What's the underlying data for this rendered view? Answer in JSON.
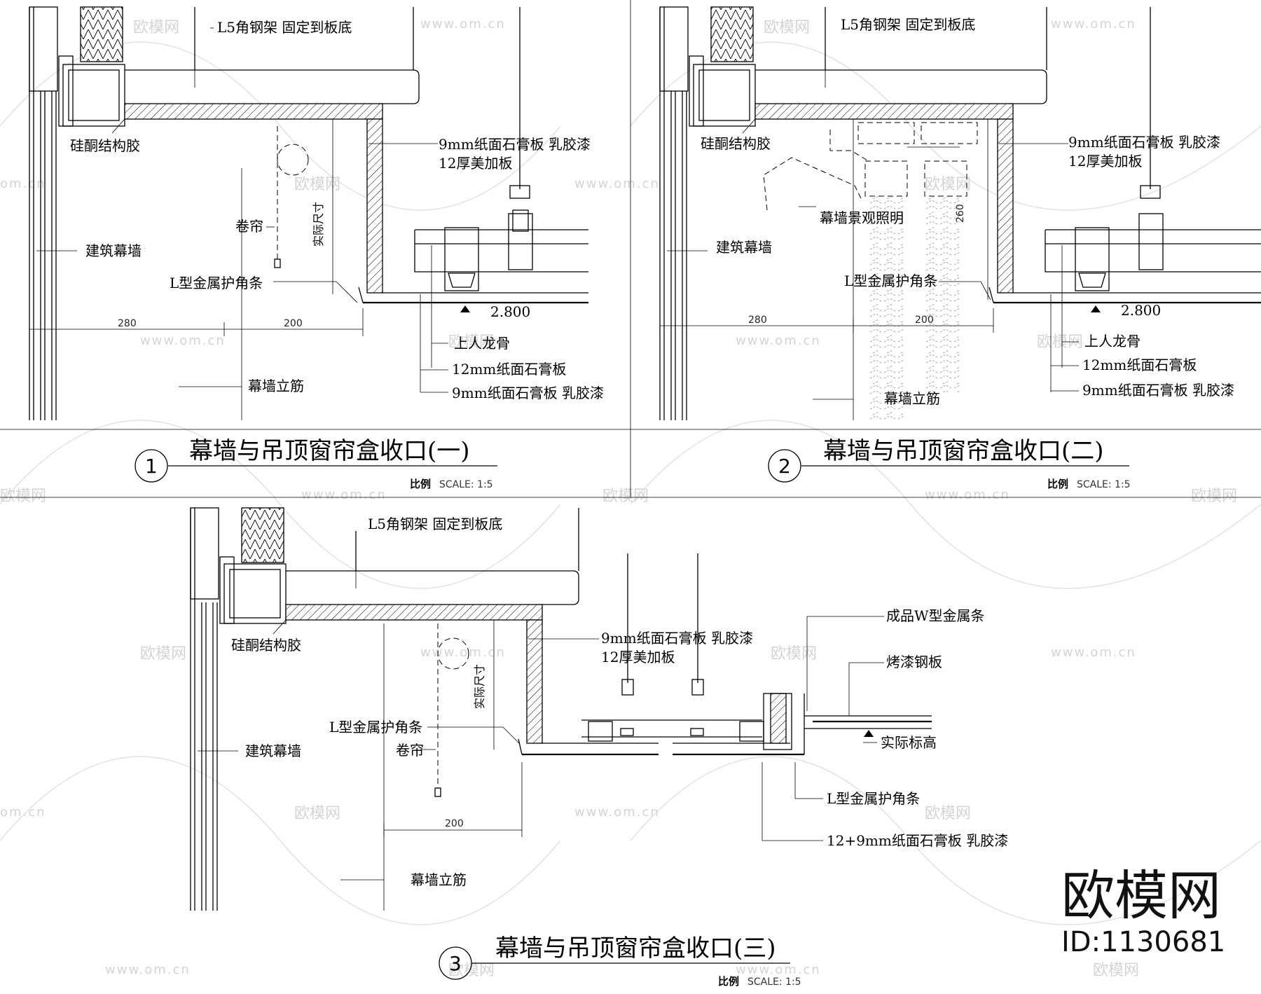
{
  "details": [
    {
      "number": "1",
      "title": "幕墙与吊顶窗帘盒收口(一)",
      "scale_label": "比例",
      "scale_value": "SCALE: 1:5",
      "labels": {
        "angle_steel": "L5角钢架  固定到板底",
        "silicone": "硅酮结构胶",
        "board_9mm": "9mm纸面石膏板  乳胶漆",
        "board_12": "12厚美加板",
        "roller_blind": "卷帘",
        "actual_size": "实际尺寸",
        "curtain_wall": "建筑幕墙",
        "corner_strip": "L型金属护角条",
        "level": "2.800",
        "access_keel": "上人龙骨",
        "gypsum_12mm": "12mm纸面石膏板",
        "gypsum_9mm": "9mm纸面石膏板  乳胶漆",
        "mullion": "幕墙立筋"
      },
      "dimensions": [
        "280",
        "200"
      ]
    },
    {
      "number": "2",
      "title": "幕墙与吊顶窗帘盒收口(二)",
      "scale_label": "比例",
      "scale_value": "SCALE: 1:5",
      "labels": {
        "angle_steel": "L5角钢架  固定到板底",
        "silicone": "硅酮结构胶",
        "board_9mm": "9mm纸面石膏板  乳胶漆",
        "board_12": "12厚美加板",
        "landscape_light": "幕墙景观照明",
        "curtain_wall": "建筑幕墙",
        "corner_strip": "L型金属护角条",
        "level": "2.800",
        "access_keel": "上人龙骨",
        "gypsum_12mm": "12mm纸面石膏板",
        "gypsum_9mm": "9mm纸面石膏板  乳胶漆",
        "mullion": "幕墙立筋"
      },
      "dimensions": [
        "280",
        "200",
        "260"
      ]
    },
    {
      "number": "3",
      "title": "幕墙与吊顶窗帘盒收口(三)",
      "scale_label": "比例",
      "scale_value": "SCALE: 1:5",
      "labels": {
        "angle_steel": "L5角钢架  固定到板底",
        "silicone": "硅酮结构胶",
        "board_9mm": "9mm纸面石膏板  乳胶漆",
        "board_12": "12厚美加板",
        "actual_size": "实际尺寸",
        "corner_strip_left": "L型金属护角条",
        "roller_blind": "卷帘",
        "curtain_wall": "建筑幕墙",
        "mullion": "幕墙立筋",
        "w_strip": "成品W型金属条",
        "painted_steel": "烤漆钢板",
        "actual_level": "实际标高",
        "corner_strip_right": "L型金属护角条",
        "gypsum_combo": "12+9mm纸面石膏板  乳胶漆"
      },
      "dimensions": [
        "200"
      ]
    }
  ],
  "watermark": {
    "brand": "欧模网",
    "url": "www.om.cn",
    "url_short": "om.cn"
  },
  "brand_mark": {
    "name": "欧模网",
    "id": "ID:1130681"
  }
}
